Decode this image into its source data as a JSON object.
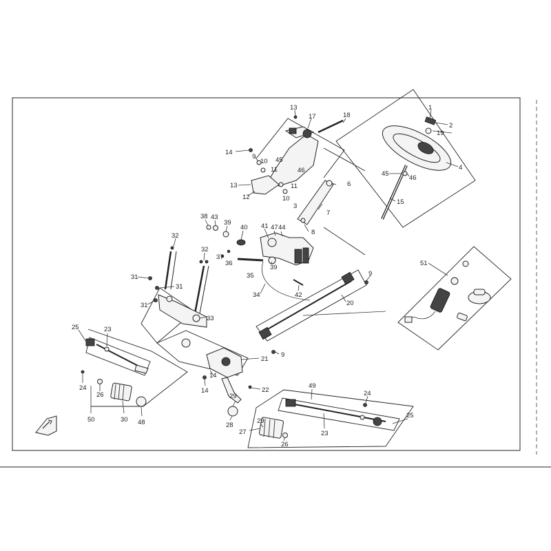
{
  "diagram": {
    "colors": {
      "line": "#222222",
      "background": "#ffffff",
      "part_fill": "#f4f4f4"
    },
    "callouts": {
      "c1": "1",
      "c2": "2",
      "c19": "19",
      "c4": "4",
      "c45a": "45",
      "c46a": "46",
      "c15": "15",
      "c13a": "13",
      "c17": "17",
      "c18": "18",
      "c14a": "14",
      "c9a": "9",
      "c10a": "10",
      "c11a": "11",
      "c45b": "45",
      "c46b": "46",
      "c13b": "13",
      "c12": "12",
      "c11b": "11",
      "c10b": "10",
      "c3": "3",
      "c6": "6",
      "c7": "7",
      "c8": "8",
      "c38": "38",
      "c43": "43",
      "c39a": "39",
      "c40": "40",
      "c41": "41",
      "c47": "47",
      "c44": "44",
      "c37": "37",
      "c36": "36",
      "c35": "35",
      "c39b": "39",
      "c42": "42",
      "c34": "34",
      "c32a": "32",
      "c32b": "32",
      "c31a": "31",
      "c31b": "31",
      "c31c": "31",
      "c33": "33",
      "c9b": "9",
      "c20": "20",
      "c21": "21",
      "c9c": "9",
      "c14b": "14",
      "c14c": "14",
      "c22": "22",
      "c25a": "25",
      "c23a": "23",
      "c24a": "24",
      "c26a": "26",
      "c50": "50",
      "c30": "30",
      "c48": "48",
      "c29a": "29",
      "c28": "28",
      "c29b": "29",
      "c27": "27",
      "c26b": "26",
      "c49": "49",
      "c24b": "24",
      "c25b": "25",
      "c23b": "23",
      "c51": "51"
    }
  }
}
